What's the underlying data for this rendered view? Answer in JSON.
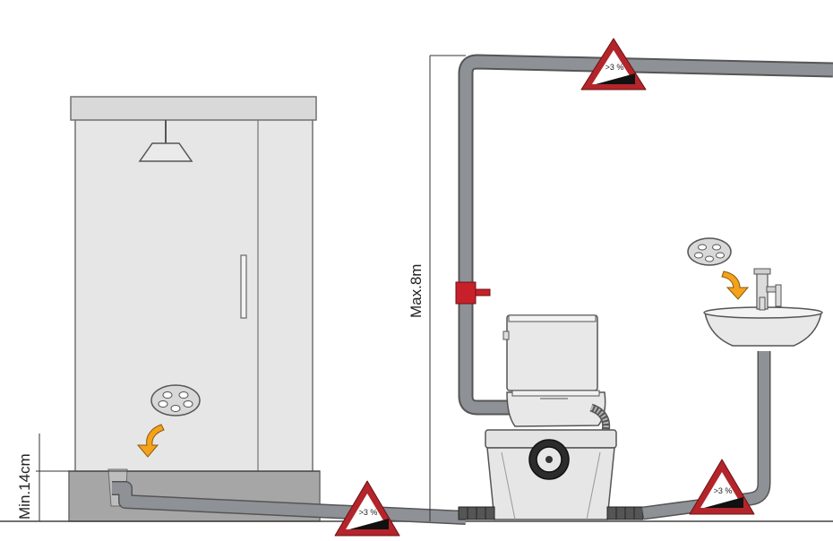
{
  "diagram": {
    "labels": {
      "max_height": "Max.8m",
      "min_height": "Min.14cm"
    },
    "slope_signs": [
      {
        "text": ">3 %"
      },
      {
        "text": ">3 %"
      },
      {
        "text": ">3 %"
      }
    ],
    "fixtures": [
      "shower-cabin",
      "toilet",
      "washbasin",
      "pump-unit"
    ],
    "colors": {
      "pipe": "#8e9196",
      "pipe_outline": "#555555",
      "warning": "#b3252a",
      "valve": "#c8202a",
      "arrow": "#f4a21c",
      "fixture_fill": "#e5e5e5",
      "floor_block": "#a6a6a6"
    }
  }
}
